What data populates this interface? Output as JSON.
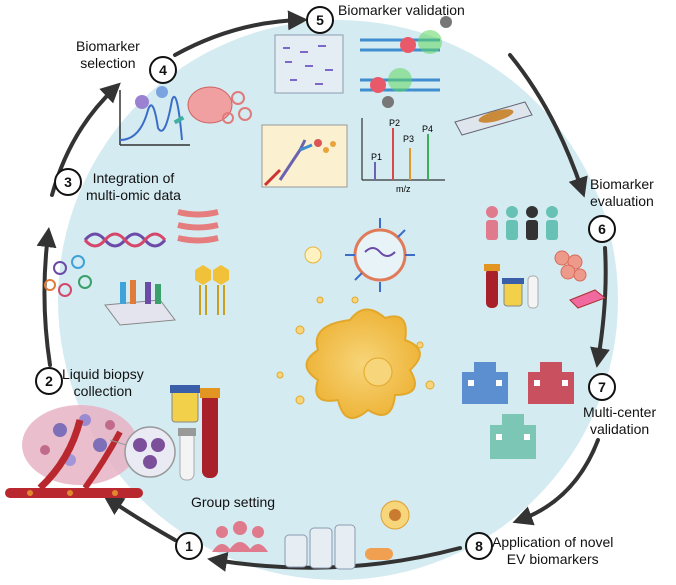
{
  "steps": [
    {
      "num": "1",
      "label": "Group setting"
    },
    {
      "num": "2",
      "label": "Liquid biopsy collection"
    },
    {
      "num": "3",
      "label": "Integration of multi-omic data"
    },
    {
      "num": "4",
      "label": "Biomarker selection"
    },
    {
      "num": "5",
      "label": "Biomarker validation"
    },
    {
      "num": "6",
      "label": "Biomarker evaluation"
    },
    {
      "num": "7",
      "label": "Multi-center validation"
    },
    {
      "num": "8",
      "label": "Application of novel EV biomarkers"
    }
  ],
  "label_lines": {
    "step2": [
      "Liquid biopsy",
      "collection"
    ],
    "step3": [
      "Integration of",
      "multi-omic data"
    ],
    "step4": [
      "Biomarker",
      "selection"
    ],
    "step6": [
      "Biomarker",
      "evaluation"
    ],
    "step7": [
      "Multi-center",
      "validation"
    ],
    "step8": [
      "Application of novel",
      "EV biomarkers"
    ]
  },
  "mass_spec": {
    "peaks": [
      "P1",
      "P2",
      "P3",
      "P4"
    ],
    "axis_label": "m/z"
  },
  "colors": {
    "circle_fill": "#d4ebf1",
    "cycle_arrow": "#333333",
    "blood_vessel": "#b8282e",
    "ev_cell": "#f2c044",
    "people_pink": "#e07b8d",
    "people_teal": "#67c1b5",
    "hospital_blue": "#5b8fcf",
    "hospital_red": "#c9505f",
    "hospital_teal": "#7cc6b6"
  }
}
